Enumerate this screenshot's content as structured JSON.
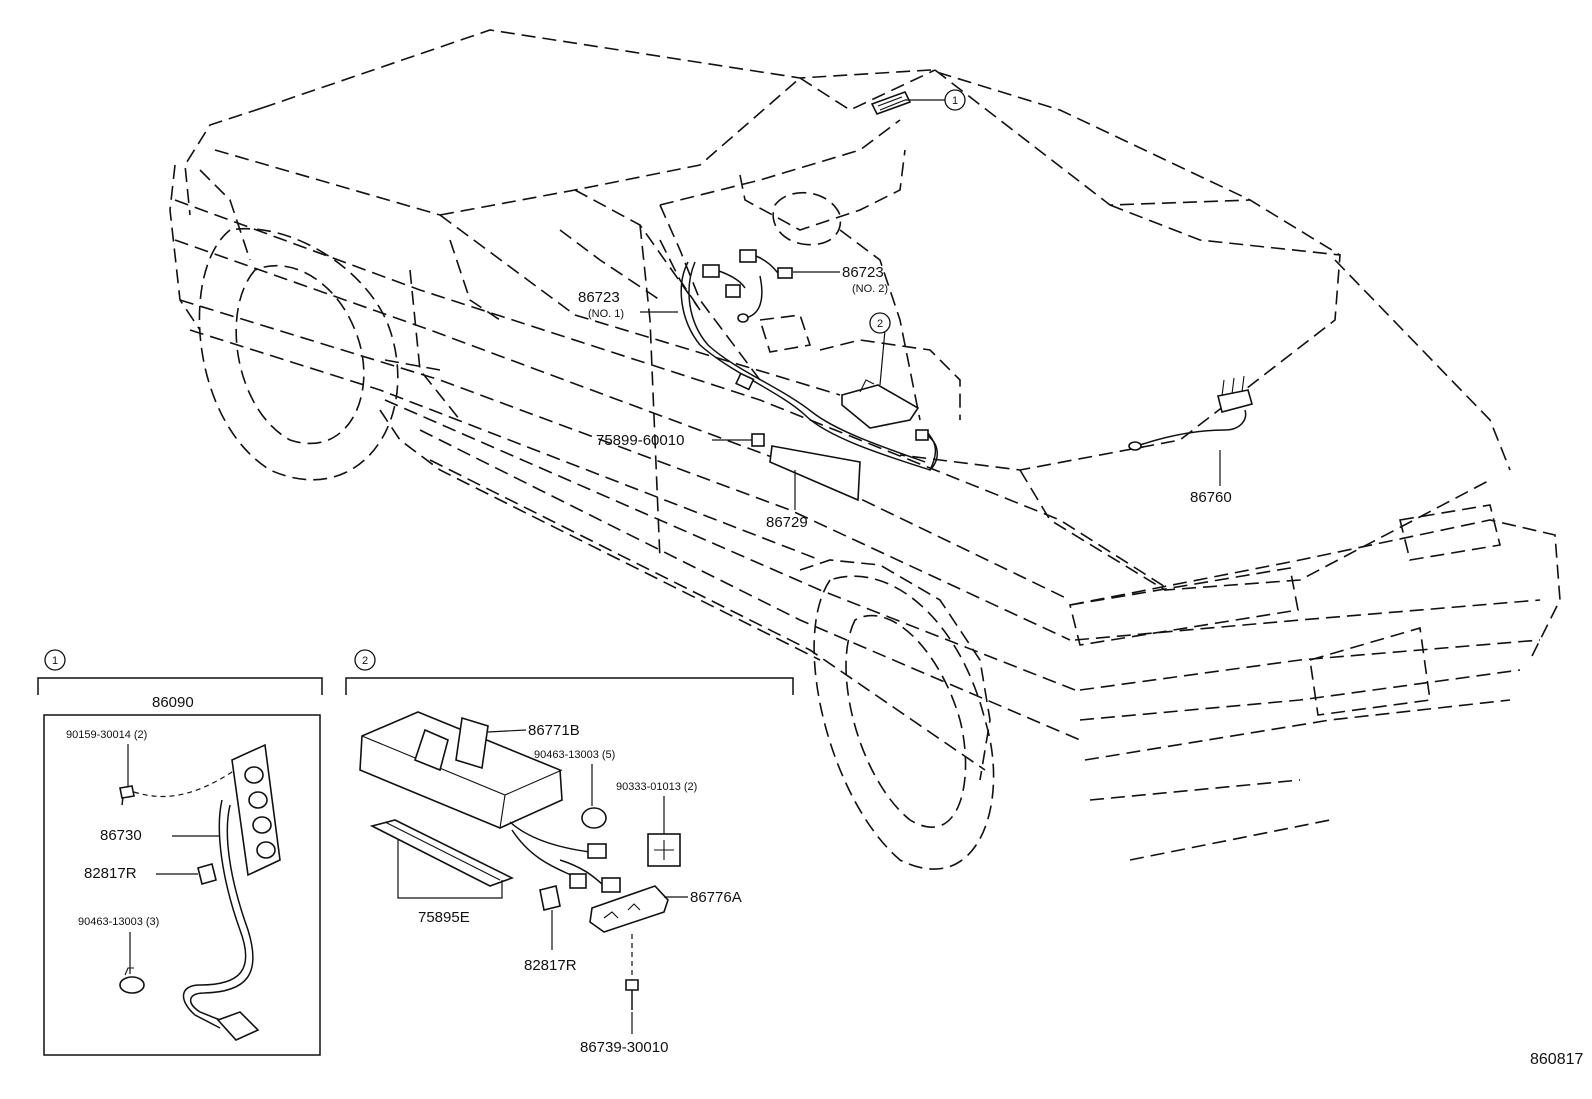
{
  "diagram": {
    "figure_code": "860817",
    "detail_markers": {
      "one": "1",
      "two": "2"
    },
    "main_view": {
      "callouts": {
        "harness_no1_part": "86723",
        "harness_no1_sub": "(NO. 1)",
        "harness_no2_part": "86723",
        "harness_no2_sub": "(NO. 2)",
        "clip": "75899-60010",
        "mat": "86729",
        "antenna": "86760"
      }
    },
    "detail_one": {
      "assembly": "86090",
      "screw": "90159-30014 (2)",
      "switch": "86730",
      "clamp_cap": "82817R",
      "band": "90463-13003 (3)"
    },
    "detail_two": {
      "unit": "86771B",
      "band": "90463-13003 (5)",
      "tape": "90333-01013 (2)",
      "bracket": "86776A",
      "pad": "75895E",
      "clamp_cap": "82817R",
      "bolt": "86739-30010"
    }
  }
}
